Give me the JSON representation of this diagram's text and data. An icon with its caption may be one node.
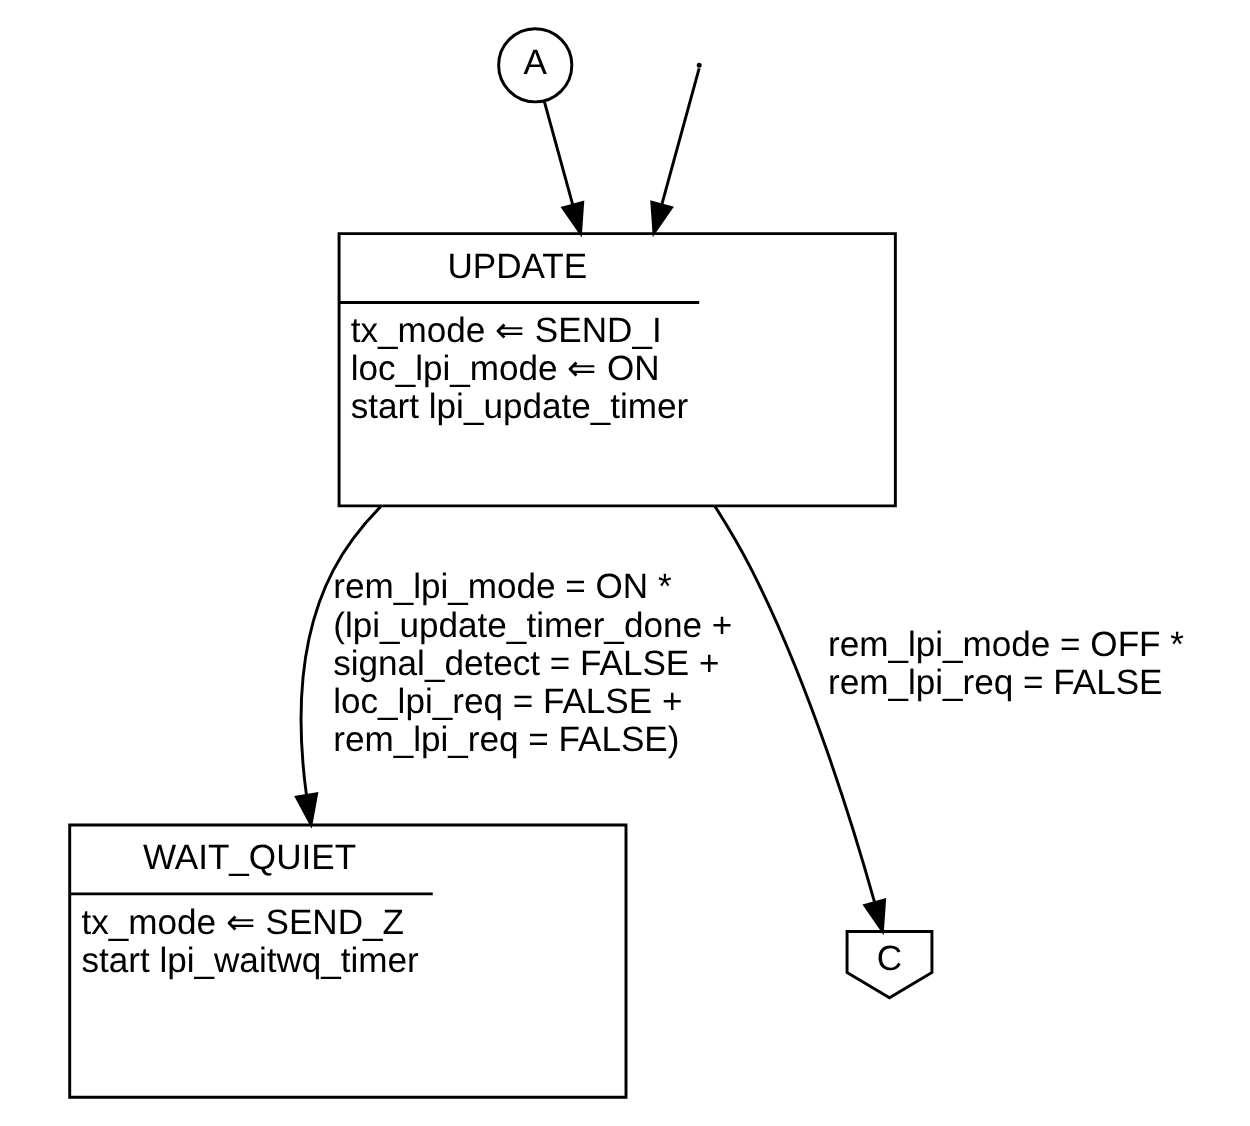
{
  "diagram": {
    "nodes": [
      {
        "text": [
          "A"
        ]
      },
      {
        "text": [
          "UPDATE",
          "tx_mode ⇐ SEND_I",
          "loc_lpi_mode ⇐ ON",
          "start lpi_update_timer"
        ]
      },
      {
        "text": [
          "WAIT_QUIET",
          "tx_mode ⇐ SEND_Z",
          "start lpi_waitwq_timer"
        ]
      },
      {
        "text": [
          "C"
        ]
      }
    ],
    "edges": [
      {
        "from": null,
        "to": 1,
        "arrow": "to"
      },
      {
        "from": 0,
        "to": 1,
        "arrow": "to"
      },
      {
        "from": 1,
        "to": 2,
        "arrow": "to",
        "label": "rem_lpi_mode = ON * (lpi_update_timer_done + signal_detect = FALSE + loc_lpi_req = FALSE + rem_lpi_req = FALSE)"
      },
      {
        "from": 1,
        "to": 3,
        "arrow": "to",
        "label": "rem_lpi_mode = OFF * rem_lpi_req = FALSE"
      }
    ]
  }
}
